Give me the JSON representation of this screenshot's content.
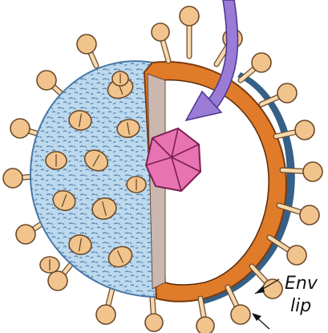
{
  "diagram": {
    "labels": {
      "envelope_line1": "Env",
      "envelope_line2": "lip"
    },
    "colors": {
      "envelope_blue": "#bcd9ee",
      "envelope_outline": "#4a78a8",
      "envelope_speckle": "#3f6f9e",
      "lipid_band": "#1f4f7a",
      "matrix_orange": "#e07b2a",
      "interior_fill": "#ffffff",
      "spike_stalk": "#f7d9ae",
      "spike_head": "#f2c48d",
      "spike_outline": "#6b4a2a",
      "capsid_pink": "#e873b3",
      "capsid_outline": "#7a2050",
      "arrow_purple": "#9a7bd6",
      "arrow_outline": "#4b3590",
      "section_gray": "#c9b7b0"
    },
    "icons": [
      "virus-envelope",
      "glycoprotein-spike",
      "capsid",
      "pointer-arrow"
    ]
  }
}
